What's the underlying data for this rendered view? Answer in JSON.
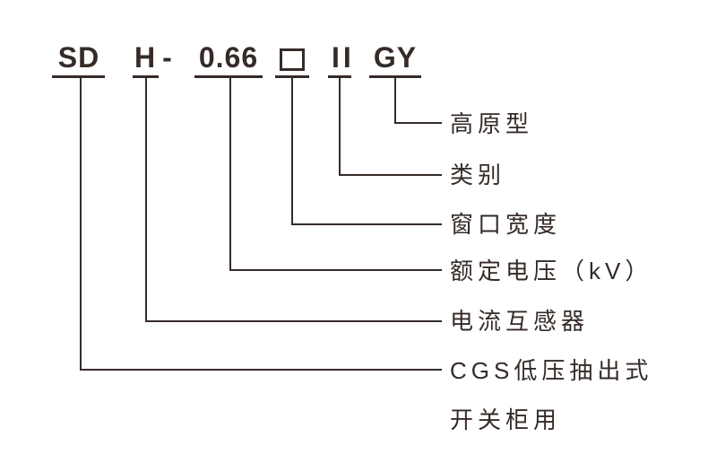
{
  "code": {
    "segments": [
      {
        "id": "sd",
        "text": "SD"
      },
      {
        "id": "h",
        "text": "H"
      },
      {
        "id": "066",
        "text": "0.66"
      },
      {
        "id": "box",
        "symbol": "window-placeholder-square"
      },
      {
        "id": "ii",
        "text": "II"
      },
      {
        "id": "gy",
        "text": "GY"
      }
    ],
    "separator": "-"
  },
  "annotations": [
    {
      "for": "GY",
      "label": "高原型"
    },
    {
      "for": "II",
      "label": "类别"
    },
    {
      "for": "□",
      "label": "窗口宽度"
    },
    {
      "for": "0.66",
      "label": "额定电压（kV）"
    },
    {
      "for": "H",
      "label": "电流互感器"
    },
    {
      "for": "SD",
      "label": "CGS低压抽出式",
      "label_line2": "开关柜用"
    }
  ],
  "colors": {
    "ink": "#352b27",
    "background": "#ffffff"
  }
}
